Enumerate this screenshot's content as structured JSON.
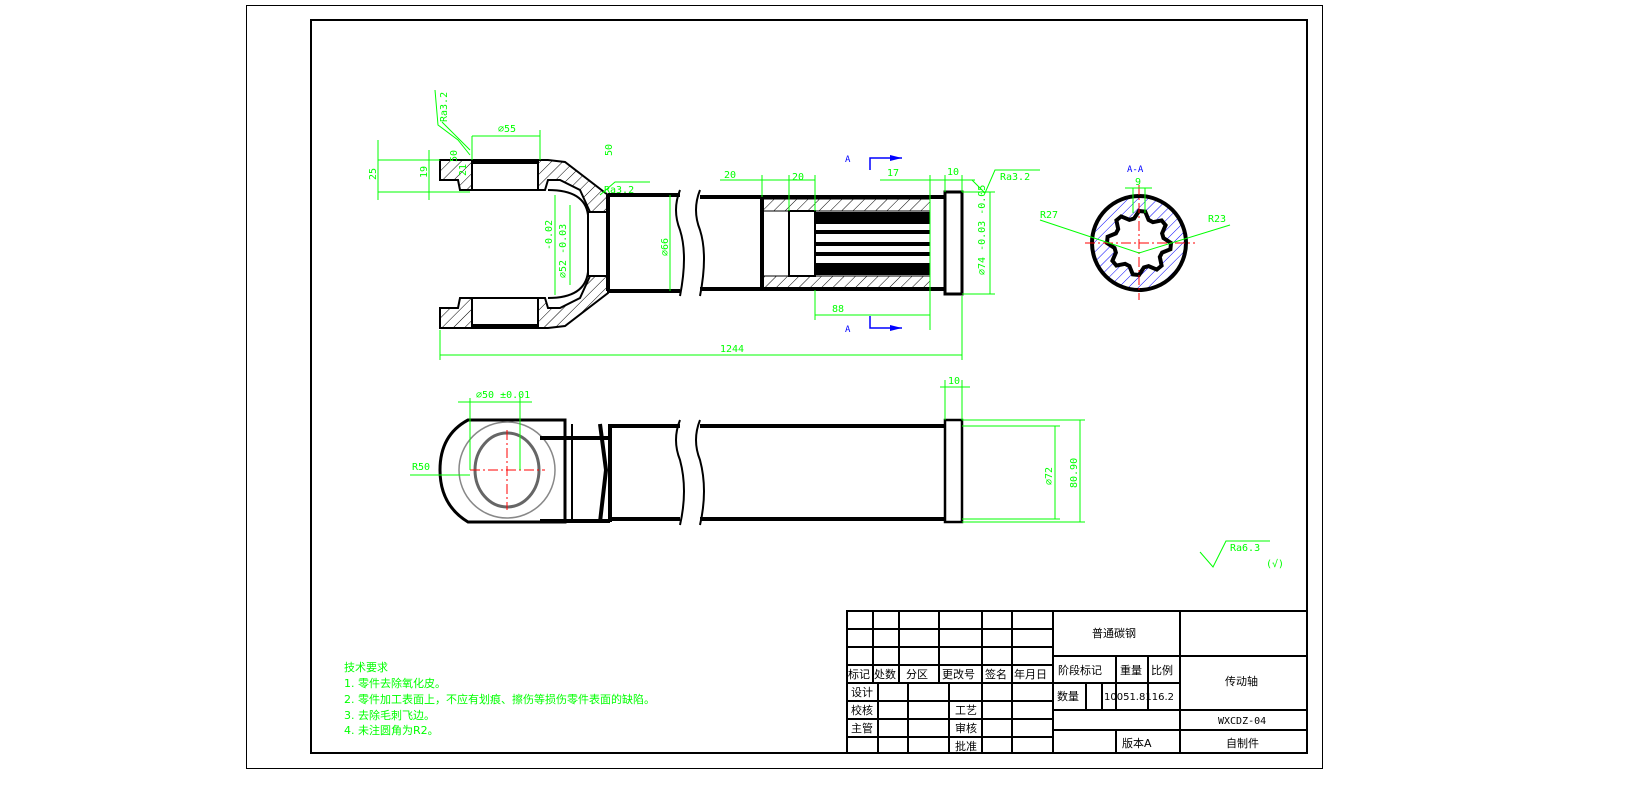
{
  "colors": {
    "geometry": "#000000",
    "dimension": "#00ff00",
    "section_mark": "#0000ff",
    "centerline": "#ff0000"
  },
  "views": {
    "front": {
      "ra_fork_top": "Ra3.2",
      "dia_55": "⌀55",
      "dim_25": "25",
      "dim_19": "19",
      "dim_50a": "50",
      "dim_21": "21",
      "dim_50b": "50",
      "ra_fork_inner": "Ra3.2",
      "dia_52": "⌀52 -0.03",
      "dia_52_tol": "-0.02",
      "dia_66": "⌀66",
      "dim_20a": "20",
      "dim_20b": "20",
      "dim_17": "17",
      "dim_10": "10",
      "ra_end": "Ra3.2",
      "dia_74": "⌀74 -0.03 -0.05",
      "dim_88": "88",
      "dim_1244": "1244",
      "section_a_top": "A",
      "section_a_bottom": "A"
    },
    "section_aa": {
      "title": "A-A",
      "dim_9": "9",
      "r27": "R27",
      "r23": "R23"
    },
    "bottom": {
      "dia_50": "⌀50 ±0.01",
      "dim_10": "10",
      "r50": "R50",
      "dia_72": "⌀72",
      "dim_8090": "80.90"
    },
    "general_roughness": {
      "value": "Ra6.3",
      "note": "(√)"
    }
  },
  "tech_requirements": {
    "title": "技术要求",
    "items": [
      "1. 零件去除氧化皮。",
      "2. 零件加工表面上，不应有划痕、擦伤等损伤零件表面的缺陷。",
      "3. 去除毛刺飞边。",
      "4. 未注圆角为R2。"
    ]
  },
  "title_block": {
    "headers": [
      "标记",
      "处数",
      "分区",
      "更改号",
      "签名",
      "年月日"
    ],
    "design": "设计",
    "check": "校核",
    "process": "工艺",
    "supervisor": "主管",
    "review": "审核",
    "approve": "批准",
    "material": "普通碳钢",
    "stage_mark": "阶段标记",
    "weight": "重量",
    "scale": "比例",
    "quantity": "数量",
    "weight_scale_values": "10051.8116.2",
    "part_name": "传动轴",
    "drawing_no": "WXCDZ-04",
    "version": "版本A",
    "make_type": "自制件"
  }
}
